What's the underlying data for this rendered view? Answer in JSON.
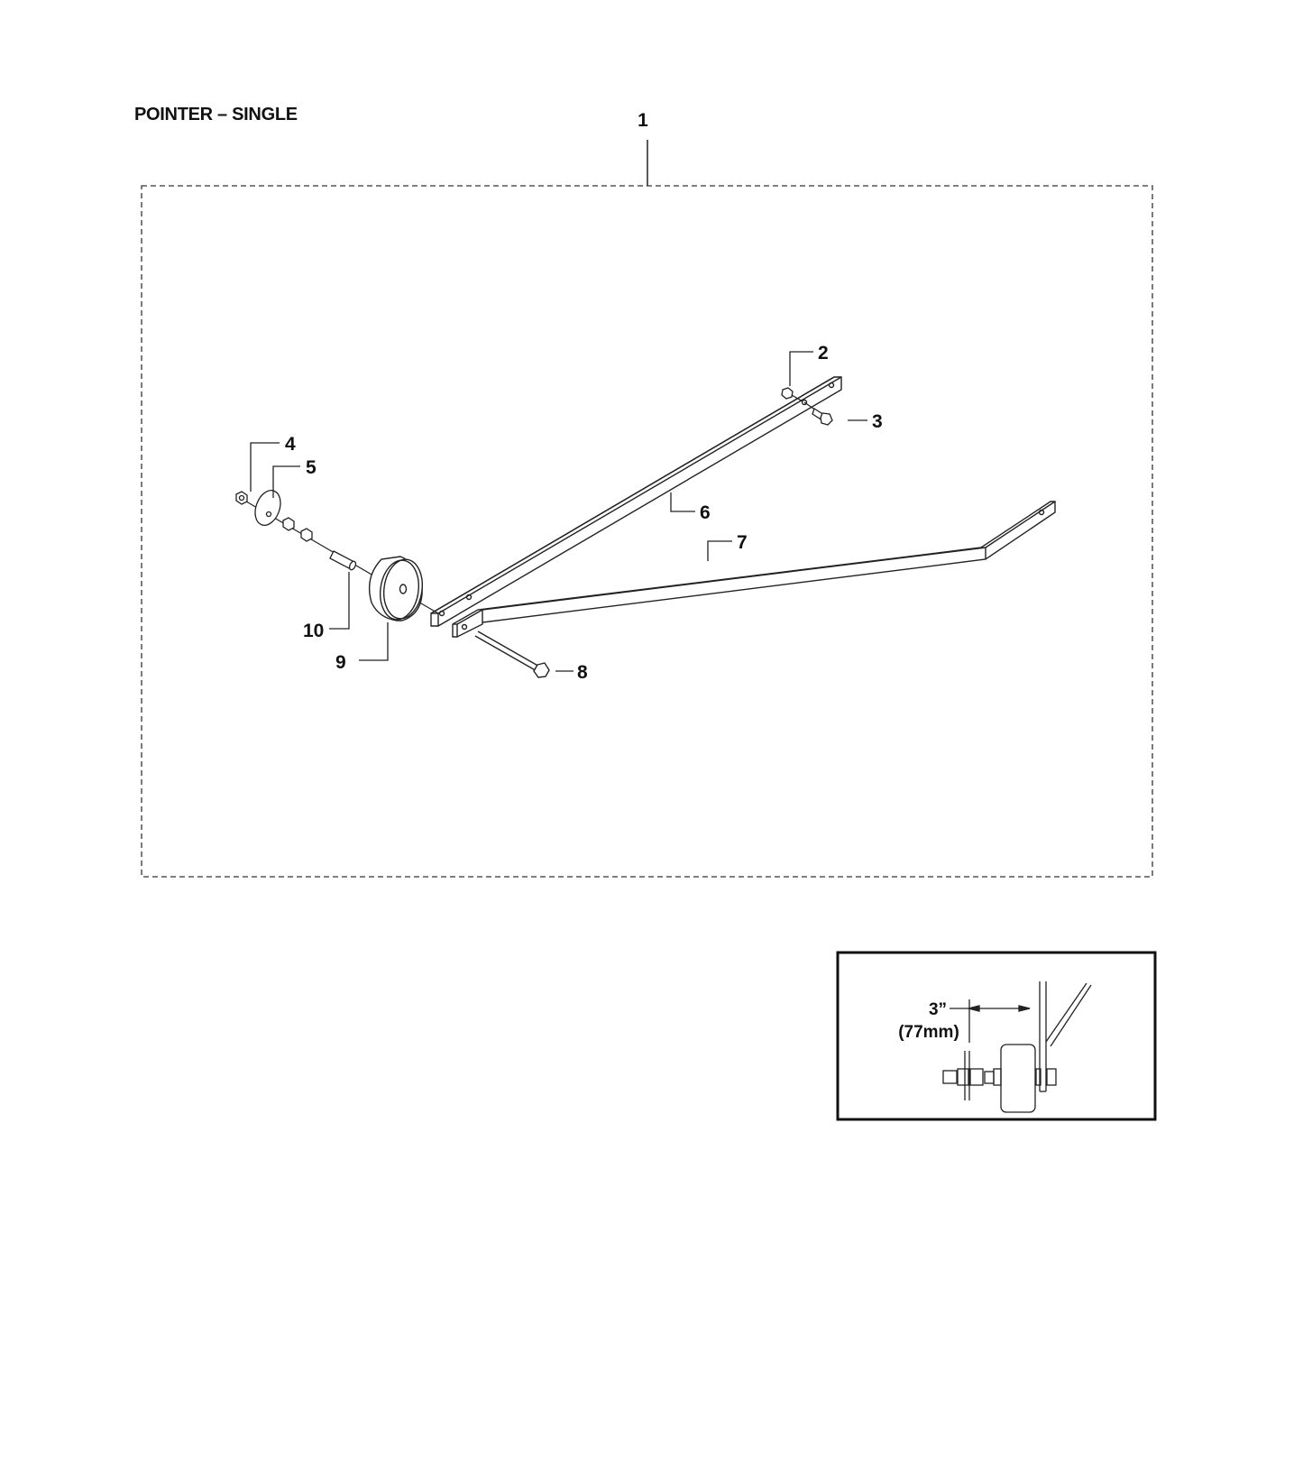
{
  "title": "POINTER – SINGLE",
  "assembly_callout": "1",
  "callouts": [
    {
      "id": "2",
      "part": "nut"
    },
    {
      "id": "3",
      "part": "bolt"
    },
    {
      "id": "4",
      "part": "nut"
    },
    {
      "id": "5",
      "part": "washer"
    },
    {
      "id": "6",
      "part": "arm"
    },
    {
      "id": "7",
      "part": "arm-bent"
    },
    {
      "id": "8",
      "part": "bolt-long"
    },
    {
      "id": "9",
      "part": "wheel"
    },
    {
      "id": "10",
      "part": "spacer"
    }
  ],
  "inset": {
    "dimension_imperial": "3”",
    "dimension_metric": "(77mm)"
  }
}
